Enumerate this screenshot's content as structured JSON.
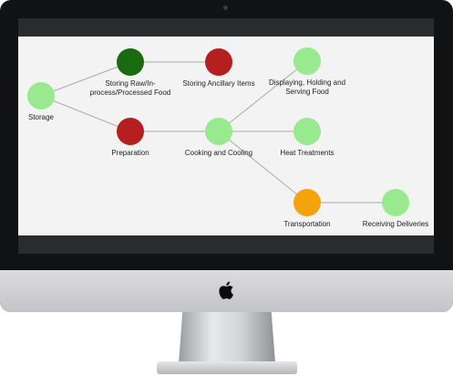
{
  "graph": {
    "nodes": [
      {
        "id": "storage",
        "label_lines": [
          "Storage"
        ],
        "color": "#98e98f"
      },
      {
        "id": "storing-raw",
        "label_lines": [
          "Storing Raw/In-",
          "process/Processed Food"
        ],
        "color": "#1a6b10"
      },
      {
        "id": "storing-ancillary",
        "label_lines": [
          "Storing Ancillary Items"
        ],
        "color": "#b51f1f"
      },
      {
        "id": "displaying",
        "label_lines": [
          "Displaying, Holding and",
          "Serving Food"
        ],
        "color": "#98e98f"
      },
      {
        "id": "preparation",
        "label_lines": [
          "Preparation"
        ],
        "color": "#b51f1f"
      },
      {
        "id": "cooking",
        "label_lines": [
          "Cooking and Cooling"
        ],
        "color": "#98e98f"
      },
      {
        "id": "heat",
        "label_lines": [
          "Heat Treatments"
        ],
        "color": "#98e98f"
      },
      {
        "id": "transportation",
        "label_lines": [
          "Transportation"
        ],
        "color": "#f5a30a"
      },
      {
        "id": "receiving",
        "label_lines": [
          "Receiving Deliveries"
        ],
        "color": "#98e98f"
      }
    ],
    "edges": [
      [
        "storage",
        "storing-raw"
      ],
      [
        "storing-raw",
        "storing-ancillary"
      ],
      [
        "storage",
        "preparation"
      ],
      [
        "preparation",
        "cooking"
      ],
      [
        "cooking",
        "displaying"
      ],
      [
        "cooking",
        "heat"
      ],
      [
        "cooking",
        "transportation"
      ],
      [
        "transportation",
        "receiving"
      ]
    ]
  }
}
